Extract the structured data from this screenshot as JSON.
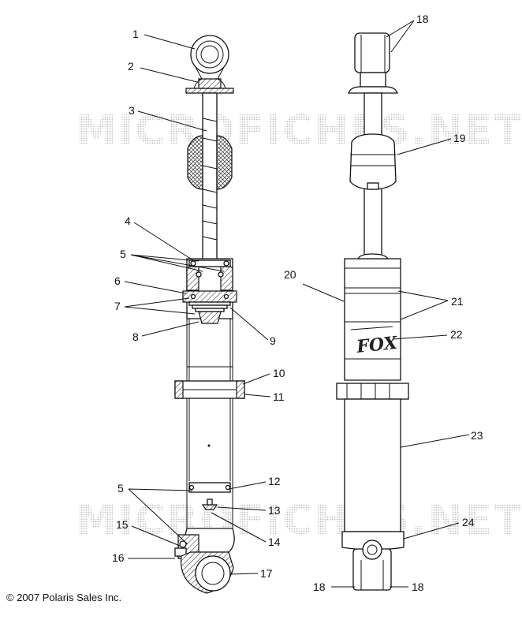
{
  "watermark": "MICROFICHES.NET",
  "copyright": "© 2007 Polaris Sales Inc.",
  "logo_text": "FOX",
  "callouts": {
    "c1": "1",
    "c2": "2",
    "c3": "3",
    "c4": "4",
    "c5a": "5",
    "c5b": "5",
    "c6": "6",
    "c7": "7",
    "c8": "8",
    "c9": "9",
    "c10": "10",
    "c11": "11",
    "c12": "12",
    "c13": "13",
    "c14": "14",
    "c15": "15",
    "c16": "16",
    "c17": "17",
    "c18a": "18",
    "c18b": "18",
    "c18c": "18",
    "c19": "19",
    "c20": "20",
    "c21": "21",
    "c22": "22",
    "c23": "23",
    "c24": "24"
  },
  "icons": [
    "shock-cutaway-drawing",
    "shock-exterior-drawing"
  ]
}
